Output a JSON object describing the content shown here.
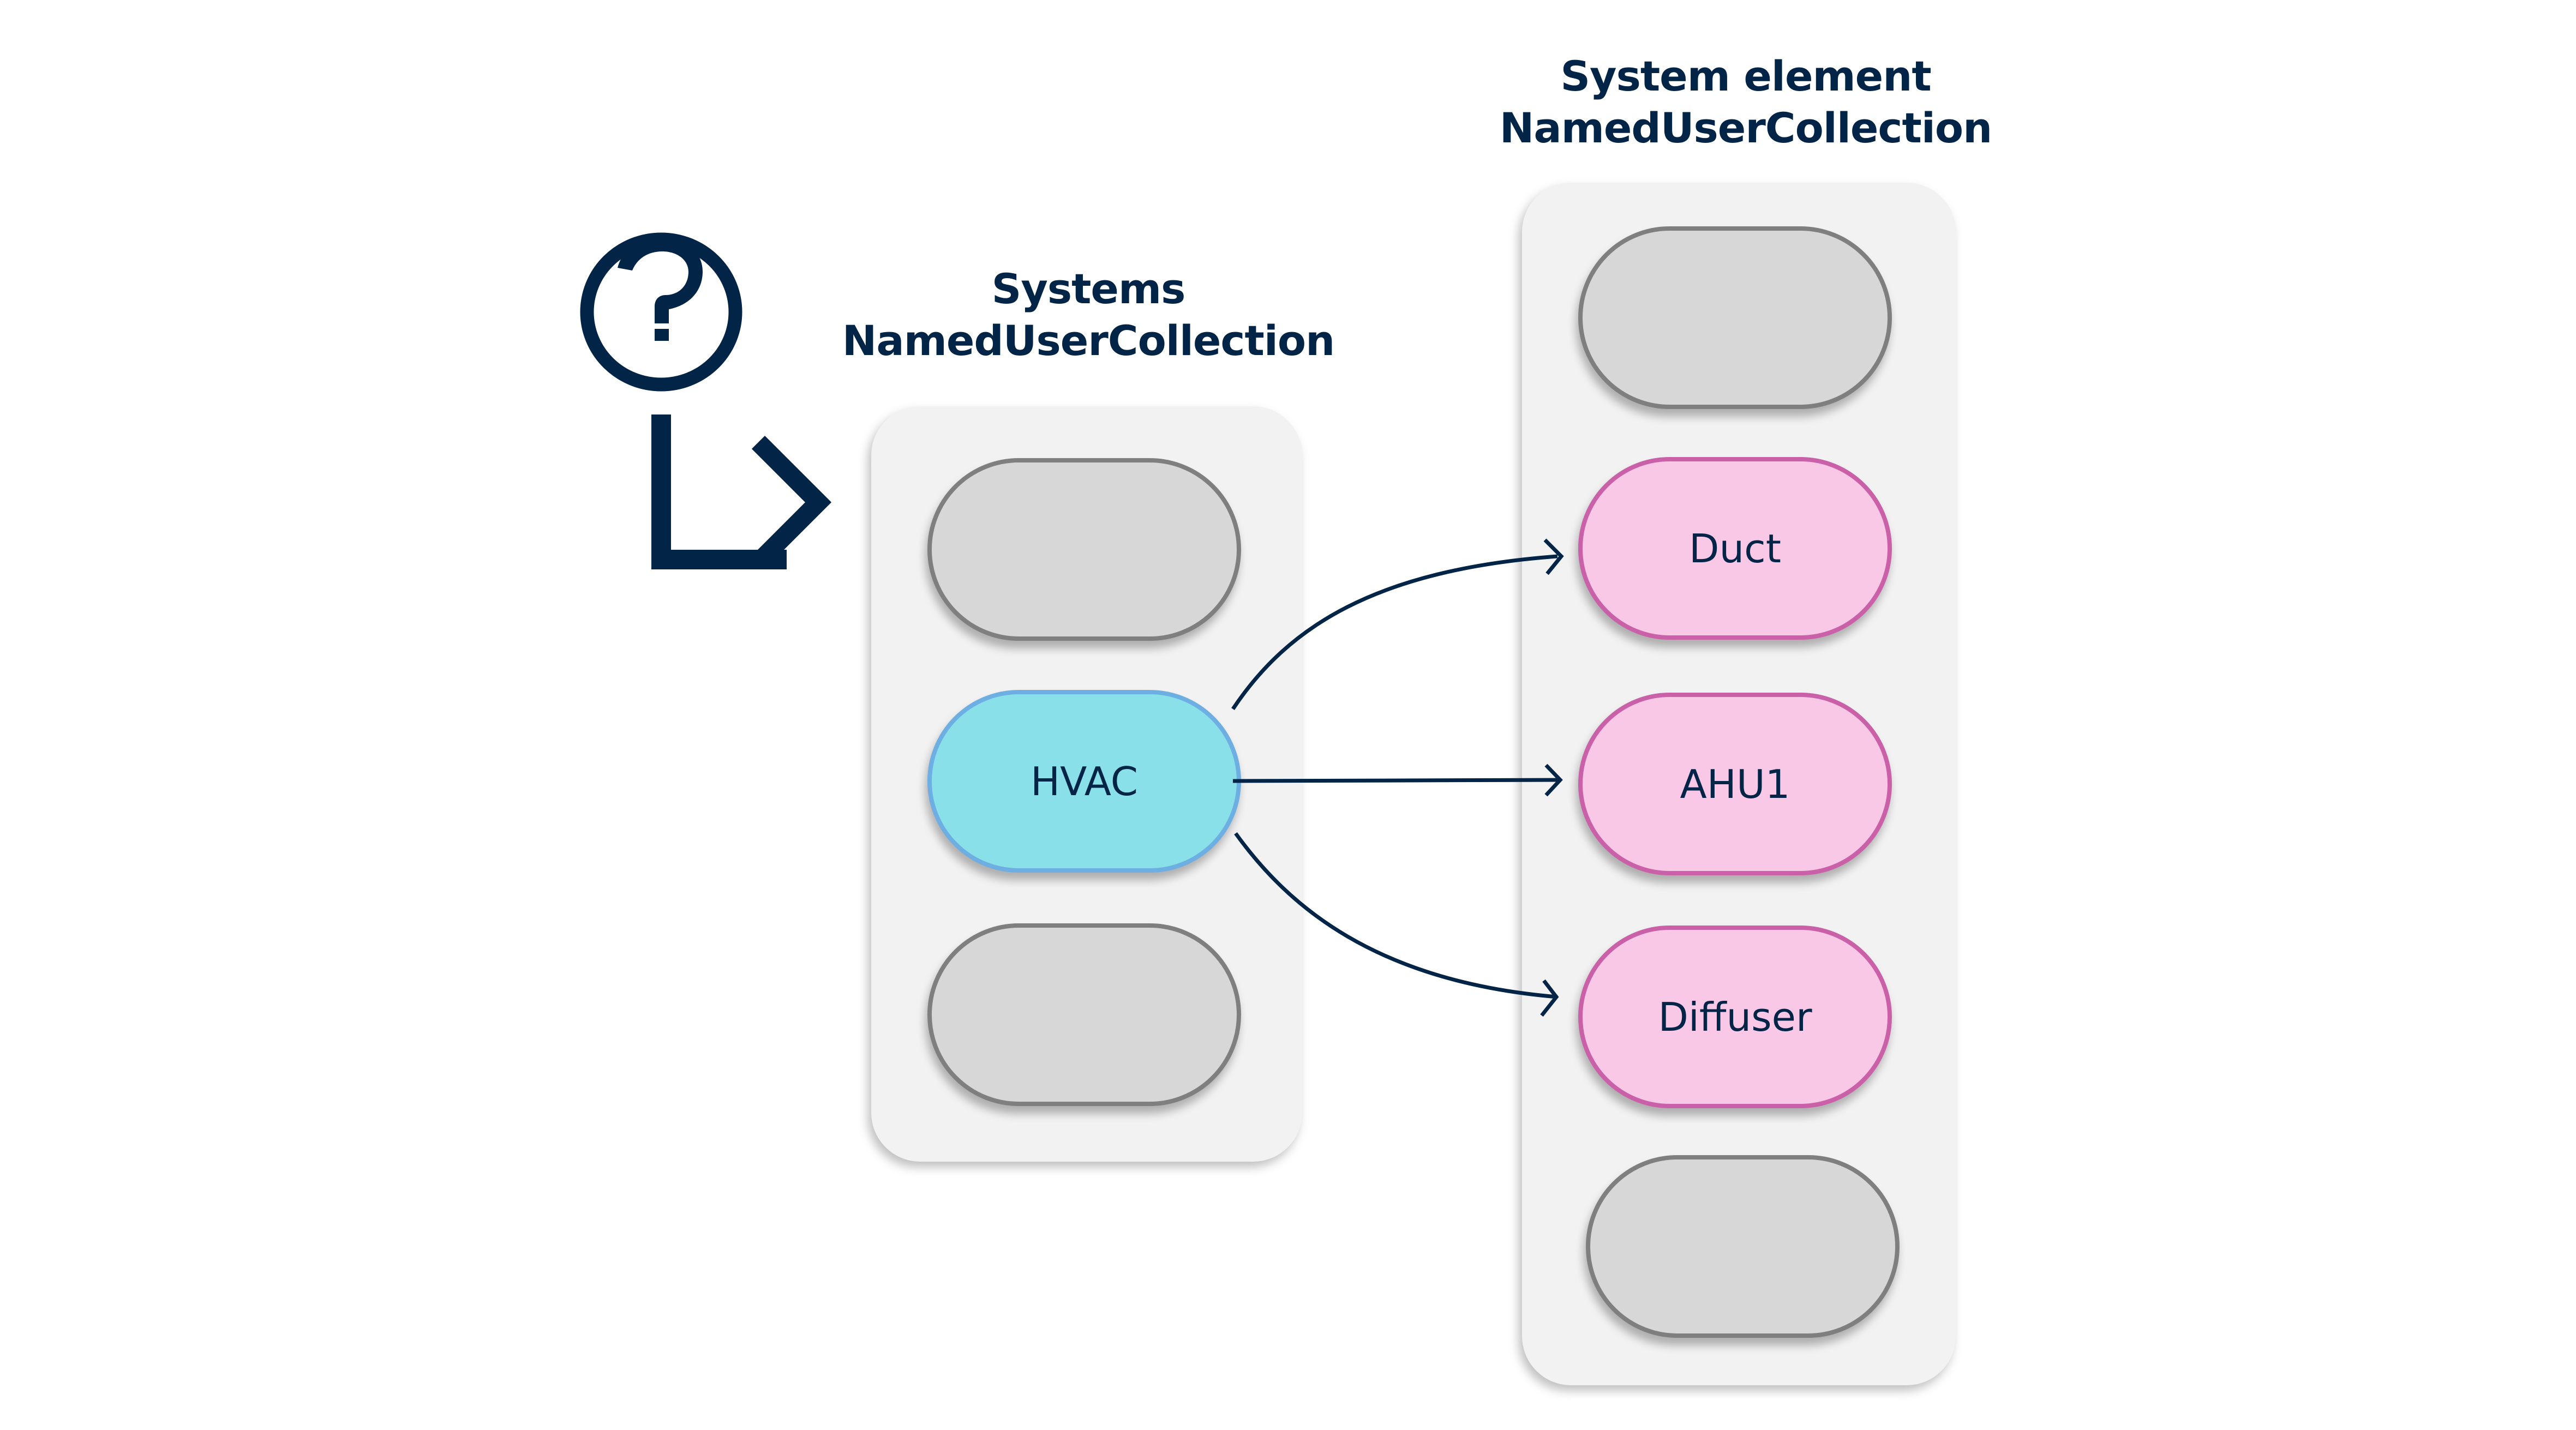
{
  "diagram": {
    "left_collection": {
      "title_line1": "Systems",
      "title_line2": "NamedUserCollection",
      "items": [
        {
          "label": "",
          "state": "empty"
        },
        {
          "label": "HVAC",
          "state": "system"
        },
        {
          "label": "",
          "state": "empty"
        }
      ]
    },
    "right_collection": {
      "title_line1": "System element",
      "title_line2": "NamedUserCollection",
      "items": [
        {
          "label": "",
          "state": "empty"
        },
        {
          "label": "Duct",
          "state": "element"
        },
        {
          "label": "AHU1",
          "state": "element"
        },
        {
          "label": "Diffuser",
          "state": "element"
        },
        {
          "label": "",
          "state": "empty"
        }
      ]
    },
    "edges": [
      {
        "from": "HVAC",
        "to": "Duct"
      },
      {
        "from": "HVAC",
        "to": "AHU1"
      },
      {
        "from": "HVAC",
        "to": "Diffuser"
      }
    ],
    "icons": {
      "question": "question-circle-icon",
      "entry_arrow": "turn-right-arrow-icon"
    },
    "colors": {
      "text": "#022447",
      "panel": "#f2f2f2",
      "empty_fill": "#d7d7d7",
      "empty_border": "#7f7f7f",
      "system_fill": "#8ae0e8",
      "system_border": "#6daee3",
      "element_fill": "#f8c8e6",
      "element_border": "#c960a8"
    }
  }
}
